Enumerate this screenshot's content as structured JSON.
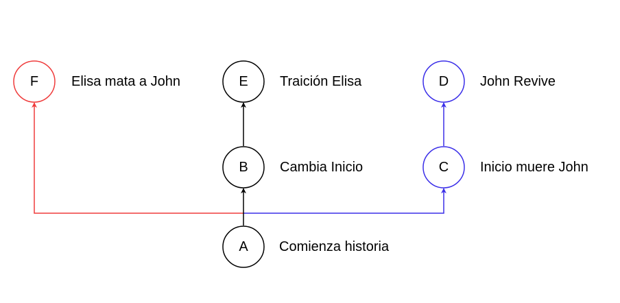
{
  "colors": {
    "default": "#000000",
    "red": "#ef3b3b",
    "blue": "#3a2ee8"
  },
  "nodes": {
    "a": {
      "letter": "A",
      "label": "Comienza historia",
      "color": "default"
    },
    "b": {
      "letter": "B",
      "label": "Cambia Inicio",
      "color": "default"
    },
    "c": {
      "letter": "C",
      "label": "Inicio muere John",
      "color": "blue"
    },
    "d": {
      "letter": "D",
      "label": "John Revive",
      "color": "blue"
    },
    "e": {
      "letter": "E",
      "label": "Traición Elisa",
      "color": "default"
    },
    "f": {
      "letter": "F",
      "label": "Elisa mata a John",
      "color": "red"
    }
  },
  "edges": [
    {
      "from": "A",
      "to": "B",
      "color": "default"
    },
    {
      "from": "B",
      "to": "E",
      "color": "default"
    },
    {
      "from": "A",
      "to": "C",
      "color": "blue"
    },
    {
      "from": "C",
      "to": "D",
      "color": "blue"
    },
    {
      "from": "A",
      "to": "F",
      "color": "red"
    }
  ]
}
